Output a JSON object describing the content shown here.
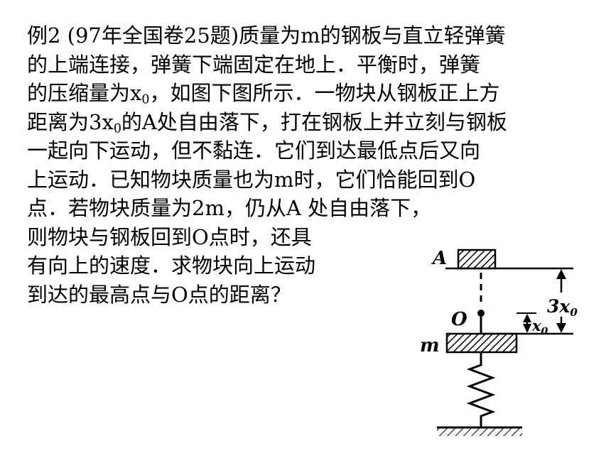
{
  "problem": {
    "lines": [
      {
        "parts": [
          {
            "t": "例2 (97年全国卷25题)质量为m的钢板与直立轻弹簧"
          }
        ]
      },
      {
        "parts": [
          {
            "t": "的上端连接，弹簧下端固定在地上．平衡时，弹簧"
          }
        ]
      },
      {
        "parts": [
          {
            "t": "的压缩量为x"
          },
          {
            "sub": "0"
          },
          {
            "t": "，如图下图所示．一物块从钢板正上方"
          }
        ]
      },
      {
        "parts": [
          {
            "t": "距离为3x"
          },
          {
            "sub": "0"
          },
          {
            "t": "的A处自由落下，打在钢板上并立刻与钢板"
          }
        ]
      },
      {
        "parts": [
          {
            "t": "一起向下运动，但不黏连．它们到达最低点后又向"
          }
        ]
      },
      {
        "parts": [
          {
            "t": "上运动．已知物块质量也为m时，它们恰能回到O"
          }
        ]
      },
      {
        "parts": [
          {
            "t": "点．若物块质量为2m，仍从A 处自由落下，"
          }
        ]
      },
      {
        "parts": [
          {
            "t": "则物块与钢板回到O点时，还具"
          }
        ]
      },
      {
        "parts": [
          {
            "t": "有向上的速度．求物块向上运动"
          }
        ]
      },
      {
        "parts": [
          {
            "t": "到达的最高点与O点的距离？"
          }
        ]
      }
    ]
  },
  "figure": {
    "label_block": "A",
    "label_point": "O",
    "label_plate": "m",
    "label_big": "3x",
    "label_big_sub": "0",
    "label_small": "x",
    "label_small_sub": "0"
  }
}
